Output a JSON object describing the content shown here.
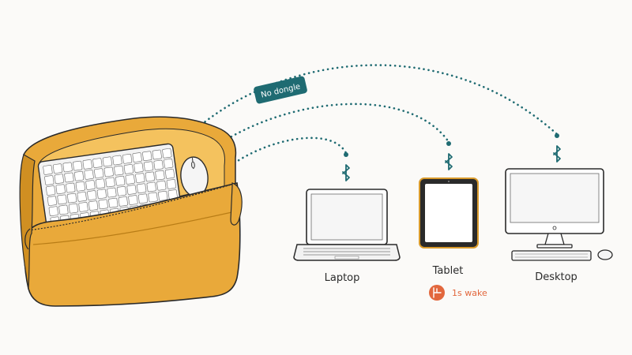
{
  "colors": {
    "background": "#fbfaf8",
    "bag": "#e9a93a",
    "bag_shade": "#d08f22",
    "bag_inner": "#f4c25e",
    "connection": "#1f6b72",
    "badge": "#1f6b72",
    "wake_accent": "#e2673d",
    "outline": "#2a2a2a"
  },
  "badge": {
    "label": "No dongle"
  },
  "devices": [
    {
      "name": "Laptop",
      "icon": "laptop-icon",
      "connection": "bluetooth-icon"
    },
    {
      "name": "Tablet",
      "icon": "tablet-icon",
      "connection": "bluetooth-icon"
    },
    {
      "name": "Desktop",
      "icon": "desktop-icon",
      "connection": "bluetooth-icon"
    }
  ],
  "wake": {
    "label": "1s wake",
    "icon": "timer-icon"
  },
  "bag": {
    "icon": "travel-pouch-icon",
    "contents": [
      "keyboard-icon",
      "mouse-icon"
    ]
  }
}
